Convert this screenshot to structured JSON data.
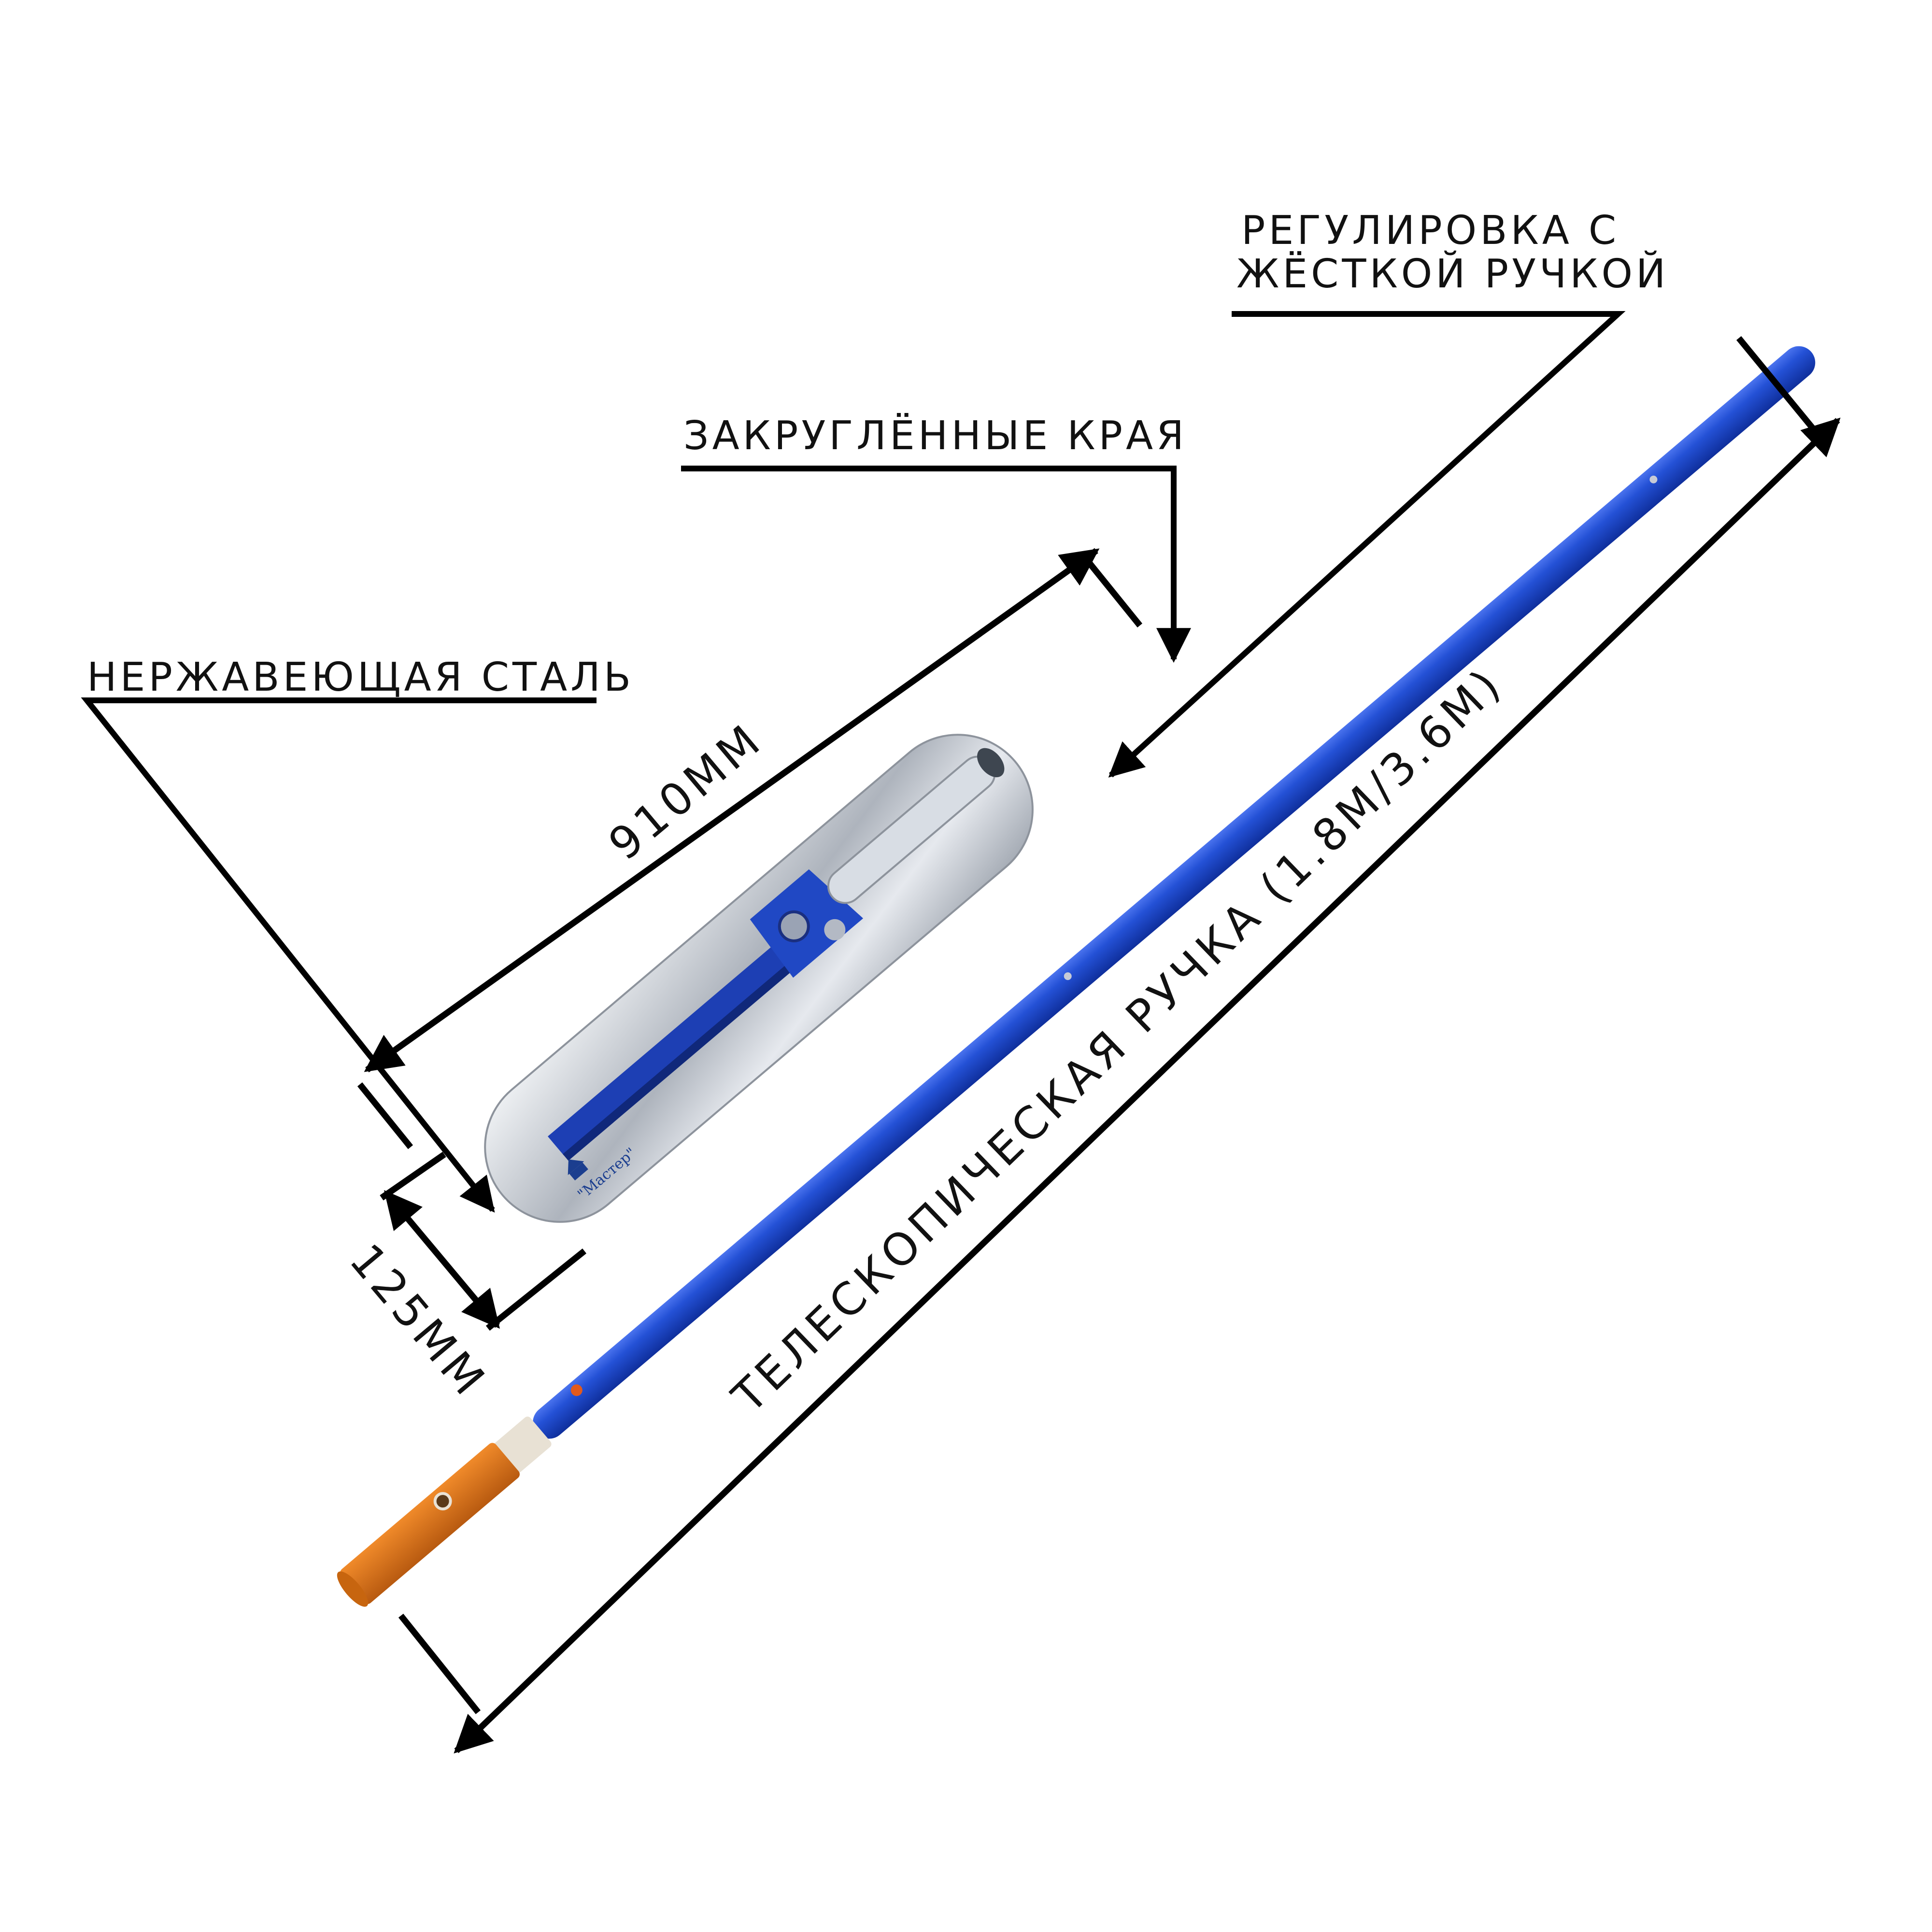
{
  "callouts": {
    "adjust_line1": "РЕГУЛИРОВКА С",
    "adjust_line2": "ЖЁСТКОЙ РУЧКОЙ",
    "rounded_edges": "ЗАКРУГЛЁННЫЕ КРАЯ",
    "stainless": "НЕРЖАВЕЮЩАЯ СТАЛЬ"
  },
  "dimensions": {
    "blade_length": "910ММ",
    "blade_width": "125ММ",
    "handle": "ТЕЛЕСКОПИЧЕСКАЯ РУЧКА (1.8М/3.6М)"
  },
  "brand": {
    "logo_text": "\"Мастер\""
  },
  "icons": {
    "arrow": "arrowhead-icon",
    "logo": "mab-logo-icon"
  },
  "colors": {
    "handle_blue": "#1f47c9",
    "grip_orange": "#e07818",
    "blade_steel": "#c9ced6",
    "line": "#000000"
  }
}
